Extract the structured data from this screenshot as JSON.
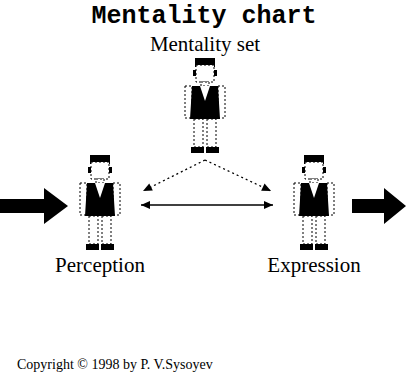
{
  "diagram": {
    "title": "Mentality chart",
    "caption": "Copyright © 1998 by P. V.Sysoyev",
    "nodes": [
      {
        "text": [
          "Mentality set"
        ]
      },
      {
        "text": [
          "Perception"
        ]
      },
      {
        "text": [
          "Expression"
        ]
      }
    ],
    "edges": [
      {
        "from": 0,
        "to": 1,
        "arrow": "to"
      },
      {
        "from": 0,
        "to": 2,
        "arrow": "to"
      },
      {
        "from": 1,
        "to": 2,
        "arrow": "both"
      }
    ]
  }
}
